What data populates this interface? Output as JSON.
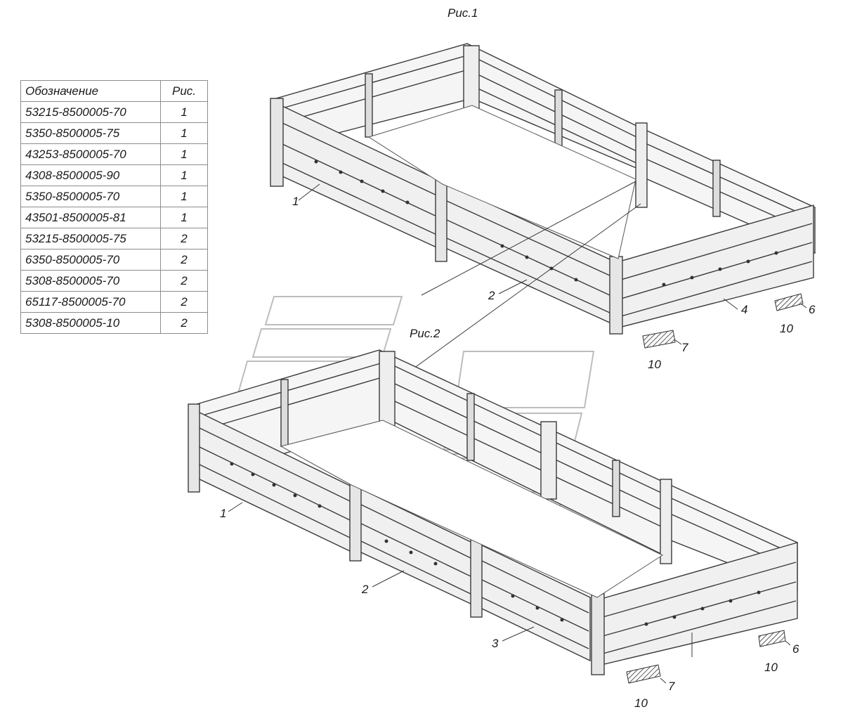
{
  "figures": {
    "fig1_title": "Рис.1",
    "fig2_title": "Рис.2"
  },
  "table": {
    "headers": [
      "Обозначение",
      "Рис."
    ],
    "rows": [
      [
        "53215-8500005-70",
        "1"
      ],
      [
        "5350-8500005-75",
        "1"
      ],
      [
        "43253-8500005-70",
        "1"
      ],
      [
        "4308-8500005-90",
        "1"
      ],
      [
        "5350-8500005-70",
        "1"
      ],
      [
        "43501-8500005-81",
        "1"
      ],
      [
        "53215-8500005-75",
        "2"
      ],
      [
        "6350-8500005-70",
        "2"
      ],
      [
        "5308-8500005-70",
        "2"
      ],
      [
        "65117-8500005-70",
        "2"
      ],
      [
        "5308-8500005-10",
        "2"
      ]
    ]
  },
  "callouts": {
    "f1_1": "1",
    "f1_2": "2",
    "f1_4": "4",
    "f1_6": "6",
    "f1_7": "7",
    "f1_10a": "10",
    "f1_10b": "10",
    "f2_1": "1",
    "f2_2": "2",
    "f2_3": "3",
    "f2_6": "6",
    "f2_7": "7",
    "f2_10a": "10",
    "f2_10b": "10"
  }
}
